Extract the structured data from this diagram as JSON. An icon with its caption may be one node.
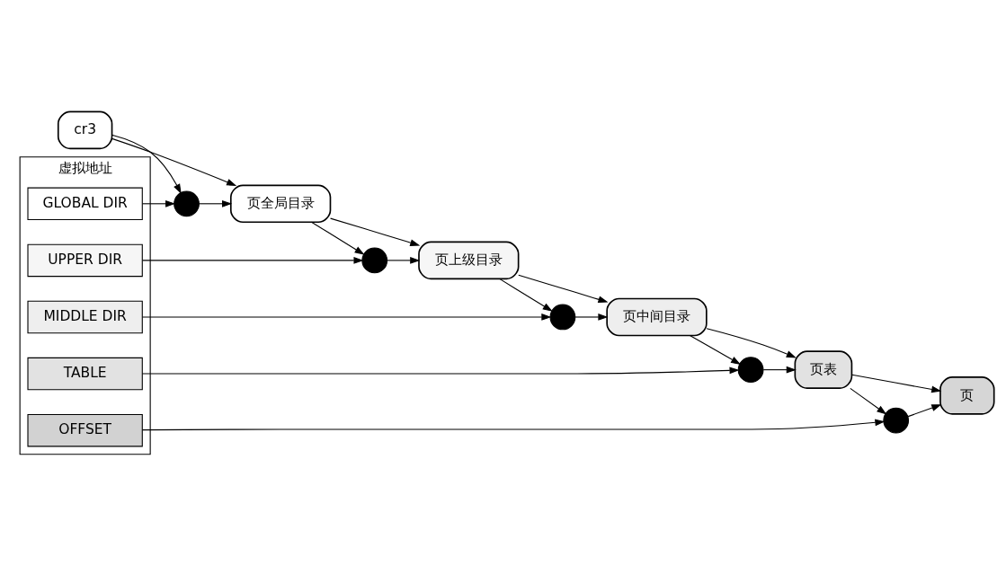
{
  "diagram": {
    "nodes": [
      {
        "text": [
          "虚拟地址"
        ]
      },
      {
        "text": [
          "GLOBAL DIR"
        ],
        "in": 0
      },
      {
        "text": [
          "UPPER DIR"
        ],
        "in": 0
      },
      {
        "text": [
          "MIDDLE DIR"
        ],
        "in": 0
      },
      {
        "text": [
          "TABLE"
        ],
        "in": 0
      },
      {
        "text": [
          "OFFSET"
        ],
        "in": 0
      },
      {
        "text": [
          "cr3"
        ]
      },
      {
        "text": [],
        "shape": "circle"
      },
      {
        "text": [
          "页全局目录"
        ]
      },
      {
        "text": [],
        "shape": "circle"
      },
      {
        "text": [
          "页上级目录"
        ]
      },
      {
        "text": [],
        "shape": "circle"
      },
      {
        "text": [
          "页中间目录"
        ]
      },
      {
        "text": [],
        "shape": "circle"
      },
      {
        "text": [
          "页表"
        ]
      },
      {
        "text": [],
        "shape": "circle"
      },
      {
        "text": [
          "页"
        ]
      }
    ],
    "edges": [
      {
        "from": 1,
        "to": 7,
        "arrow": "to"
      },
      {
        "from": 6,
        "to": 7,
        "arrow": "to"
      },
      {
        "from": 6,
        "to": 8,
        "arrow": "to"
      },
      {
        "from": 7,
        "to": 8,
        "arrow": "to"
      },
      {
        "from": 2,
        "to": 9,
        "arrow": "to"
      },
      {
        "from": 8,
        "to": 9,
        "arrow": "to"
      },
      {
        "from": 8,
        "to": 10,
        "arrow": "to"
      },
      {
        "from": 9,
        "to": 10,
        "arrow": "to"
      },
      {
        "from": 3,
        "to": 11,
        "arrow": "to"
      },
      {
        "from": 10,
        "to": 11,
        "arrow": "to"
      },
      {
        "from": 10,
        "to": 12,
        "arrow": "to"
      },
      {
        "from": 11,
        "to": 12,
        "arrow": "to"
      },
      {
        "from": 4,
        "to": 13,
        "arrow": "to"
      },
      {
        "from": 12,
        "to": 13,
        "arrow": "to"
      },
      {
        "from": 12,
        "to": 14,
        "arrow": "to"
      },
      {
        "from": 13,
        "to": 14,
        "arrow": "to"
      },
      {
        "from": 5,
        "to": 15,
        "arrow": "to"
      },
      {
        "from": 14,
        "to": 15,
        "arrow": "to"
      },
      {
        "from": 14,
        "to": 16,
        "arrow": "to"
      },
      {
        "from": 15,
        "to": 16,
        "arrow": "to"
      }
    ]
  }
}
